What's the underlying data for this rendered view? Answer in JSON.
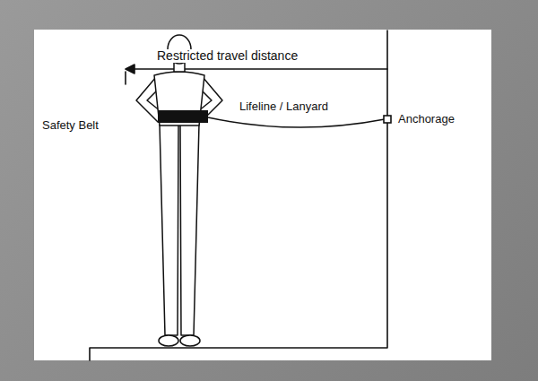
{
  "diagram": {
    "labels": [
      "Restricted travel distance",
      "Safety Belt",
      "Lifeline / Lanyard",
      "Anchorage"
    ]
  }
}
